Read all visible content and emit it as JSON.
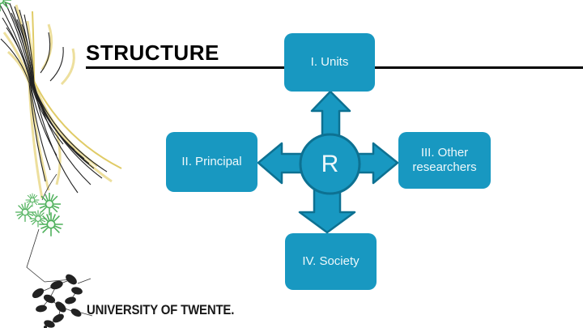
{
  "slide": {
    "title": "STRUCTURE",
    "logo_text": "UNIVERSITY OF TWENTE."
  },
  "diagram": {
    "center_label": "R",
    "nodes": [
      {
        "id": "units",
        "position": "top",
        "label": "I. Units"
      },
      {
        "id": "principal",
        "position": "left",
        "label": "II. Principal"
      },
      {
        "id": "other_researchers",
        "position": "right",
        "label": "III. Other researchers"
      },
      {
        "id": "society",
        "position": "bottom",
        "label": "IV. Society"
      }
    ]
  },
  "icons": {
    "arrow-up-icon": "block-arrow-up",
    "arrow-left-icon": "block-arrow-left",
    "arrow-right-icon": "block-arrow-right",
    "arrow-down-icon": "block-arrow-down",
    "neuron-art": "hand-drawn-neuron-illustration"
  },
  "colors": {
    "accent_teal": "#1898c1",
    "accent_teal_dark": "#0d7192",
    "text_on_accent": "#eef8fb",
    "title_color": "#000000",
    "rule_color": "#000000",
    "logo_color": "#191919",
    "art_yellow": "#eddf9d",
    "art_yellow_bright": "#e0cb66",
    "art_green": "#4db05a",
    "art_ink": "#222222"
  }
}
